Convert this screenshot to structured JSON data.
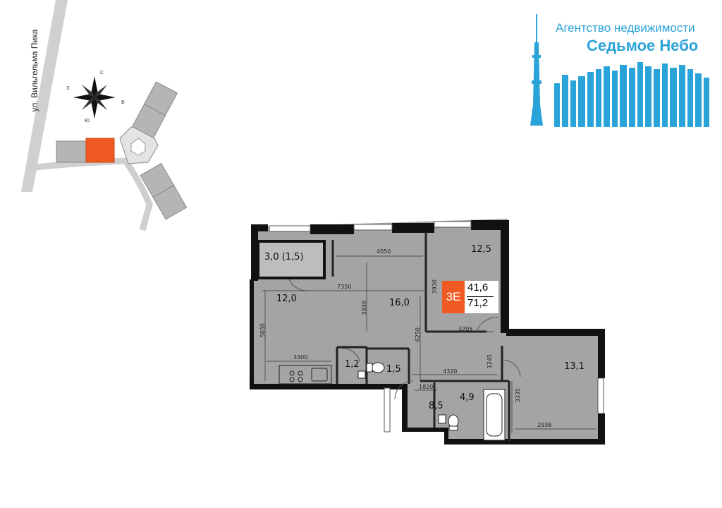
{
  "agency": {
    "line1": "Агентство недвижимости",
    "line2": "Седьмое Небо",
    "color": "#2aa3d9"
  },
  "site_plan": {
    "street": "ул. Вильгельма Пика",
    "compass": [
      "С",
      "В",
      "Ю",
      "З"
    ],
    "highlight_color": "#f15a22"
  },
  "apartment": {
    "code": "3Е",
    "living_area": "41,6",
    "total_area": "71,2"
  },
  "rooms": {
    "storage": "3,0 (1,5)",
    "room_a": "12,0",
    "room_b": "16,0",
    "room_c": "12,5",
    "wc": "1,2",
    "bath_small": "1,5",
    "bedroom": "13,1",
    "hall": "8,5",
    "bath": "4,9"
  },
  "dimensions": {
    "d4050": "4050",
    "d7350": "7350",
    "d3930a": "3930",
    "d3930b": "3930",
    "d5650": "5650",
    "d3300": "3300",
    "d6250": "6250",
    "d3205": "3205",
    "d4320": "4320",
    "d1245": "1245",
    "d1820": "1820",
    "d3335": "3335",
    "d2938": "2938"
  }
}
